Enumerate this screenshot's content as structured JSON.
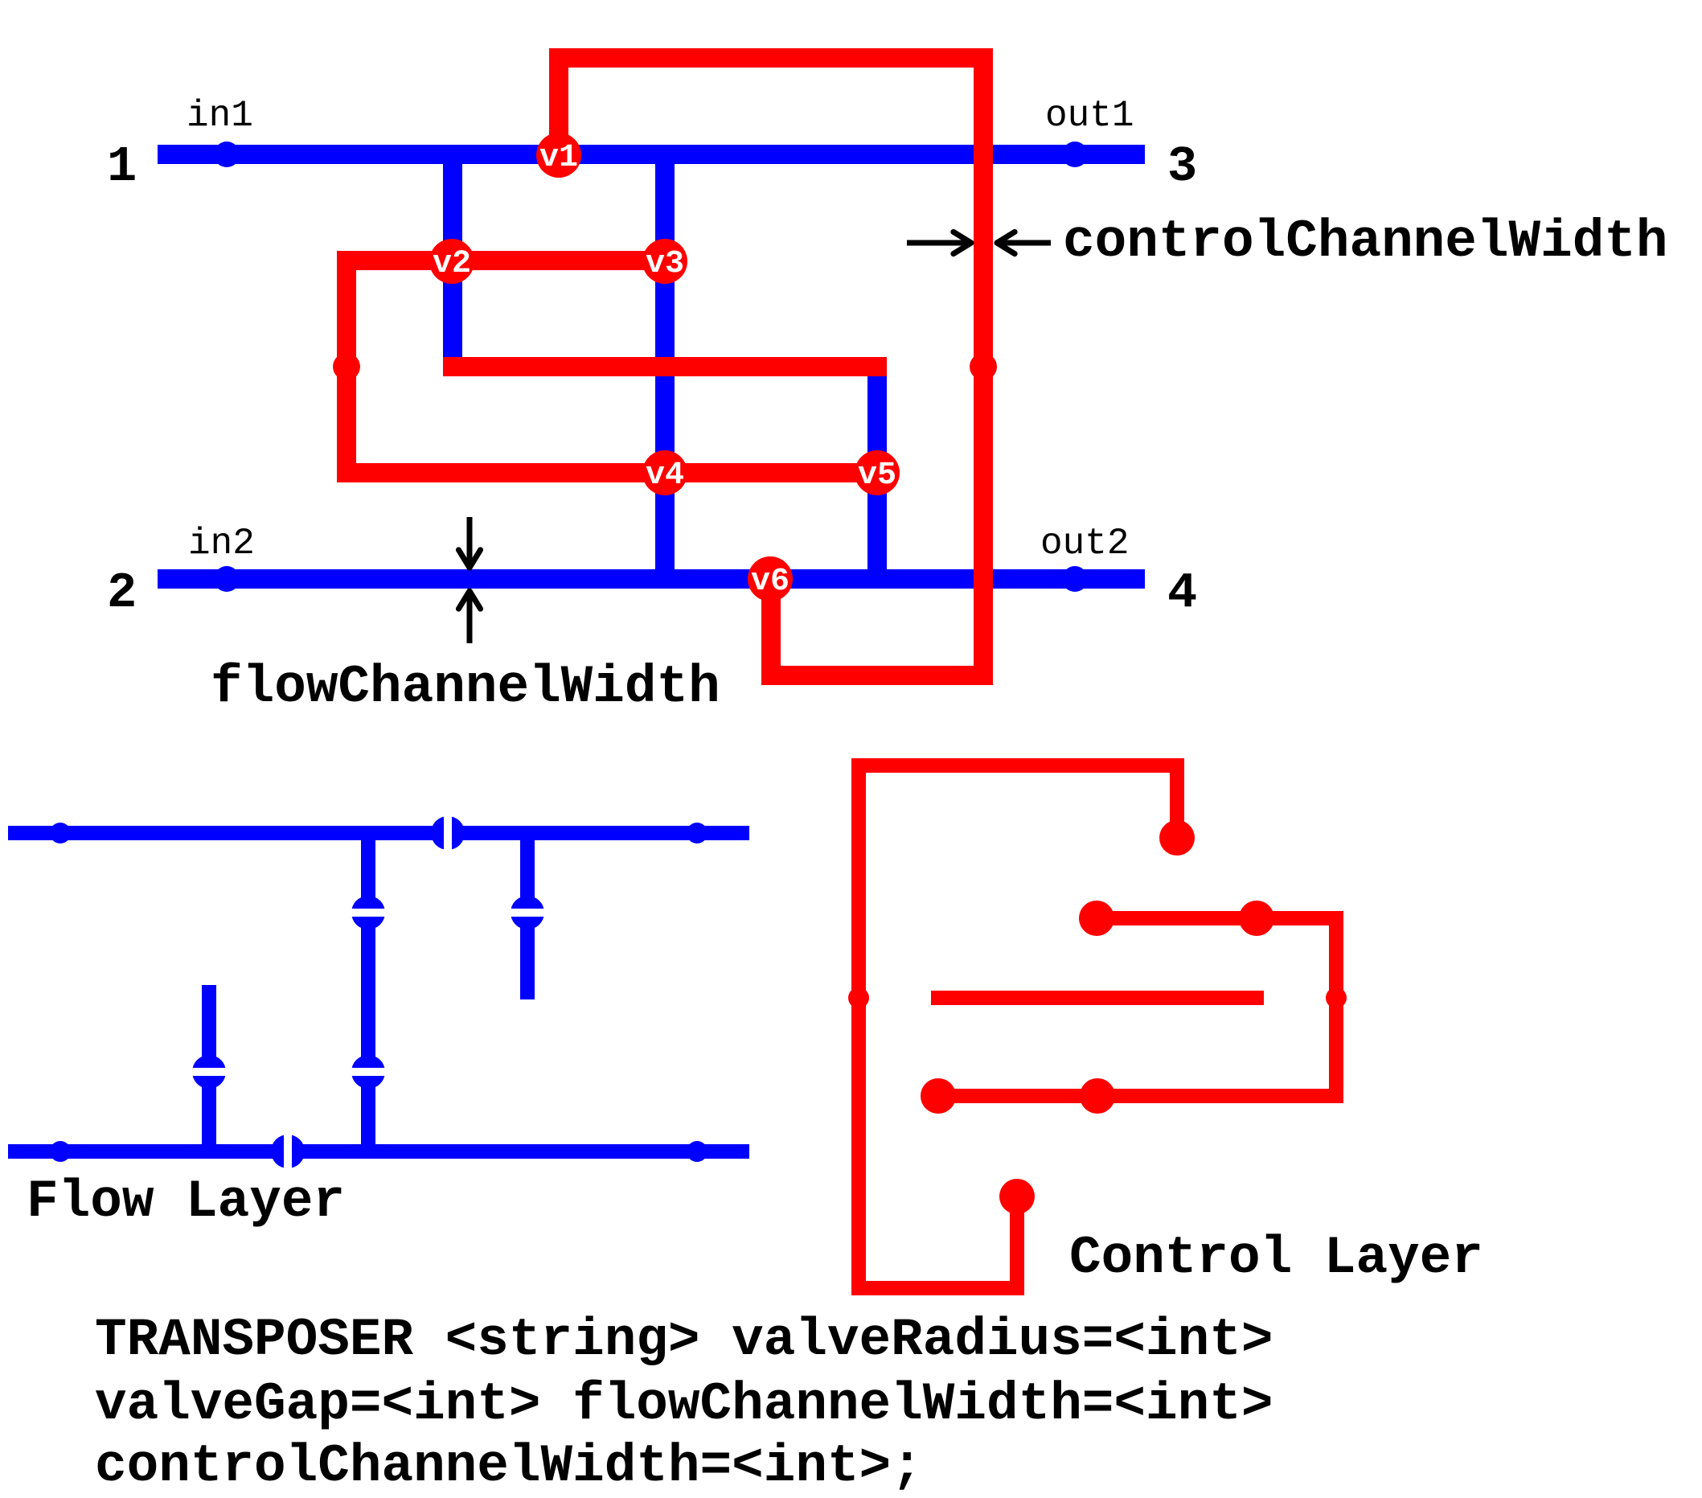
{
  "colors": {
    "flow": "#0000ff",
    "control": "#ff0000",
    "text": "#000000",
    "valve_label": "#ffffff",
    "background": "#ffffff"
  },
  "top_diagram": {
    "ports": [
      {
        "id": "1",
        "label": "1"
      },
      {
        "id": "2",
        "label": "2"
      },
      {
        "id": "3",
        "label": "3"
      },
      {
        "id": "4",
        "label": "4"
      }
    ],
    "terminals": [
      {
        "id": "in1",
        "label": "in1"
      },
      {
        "id": "in2",
        "label": "in2"
      },
      {
        "id": "out1",
        "label": "out1"
      },
      {
        "id": "out2",
        "label": "out2"
      }
    ],
    "valves": [
      {
        "id": "v1",
        "label": "v1"
      },
      {
        "id": "v2",
        "label": "v2"
      },
      {
        "id": "v3",
        "label": "v3"
      },
      {
        "id": "v4",
        "label": "v4"
      },
      {
        "id": "v5",
        "label": "v5"
      },
      {
        "id": "v6",
        "label": "v6"
      }
    ],
    "annotations": {
      "flow_channel_width": "flowChannelWidth",
      "control_channel_width": "controlChannelWidth"
    }
  },
  "layers": {
    "flow_label": "Flow Layer",
    "control_label": "Control Layer"
  },
  "syntax": {
    "lines": [
      "TRANSPOSER <string> valveRadius=<int>",
      "valveGap=<int> flowChannelWidth=<int>",
      "controlChannelWidth=<int>;"
    ]
  }
}
